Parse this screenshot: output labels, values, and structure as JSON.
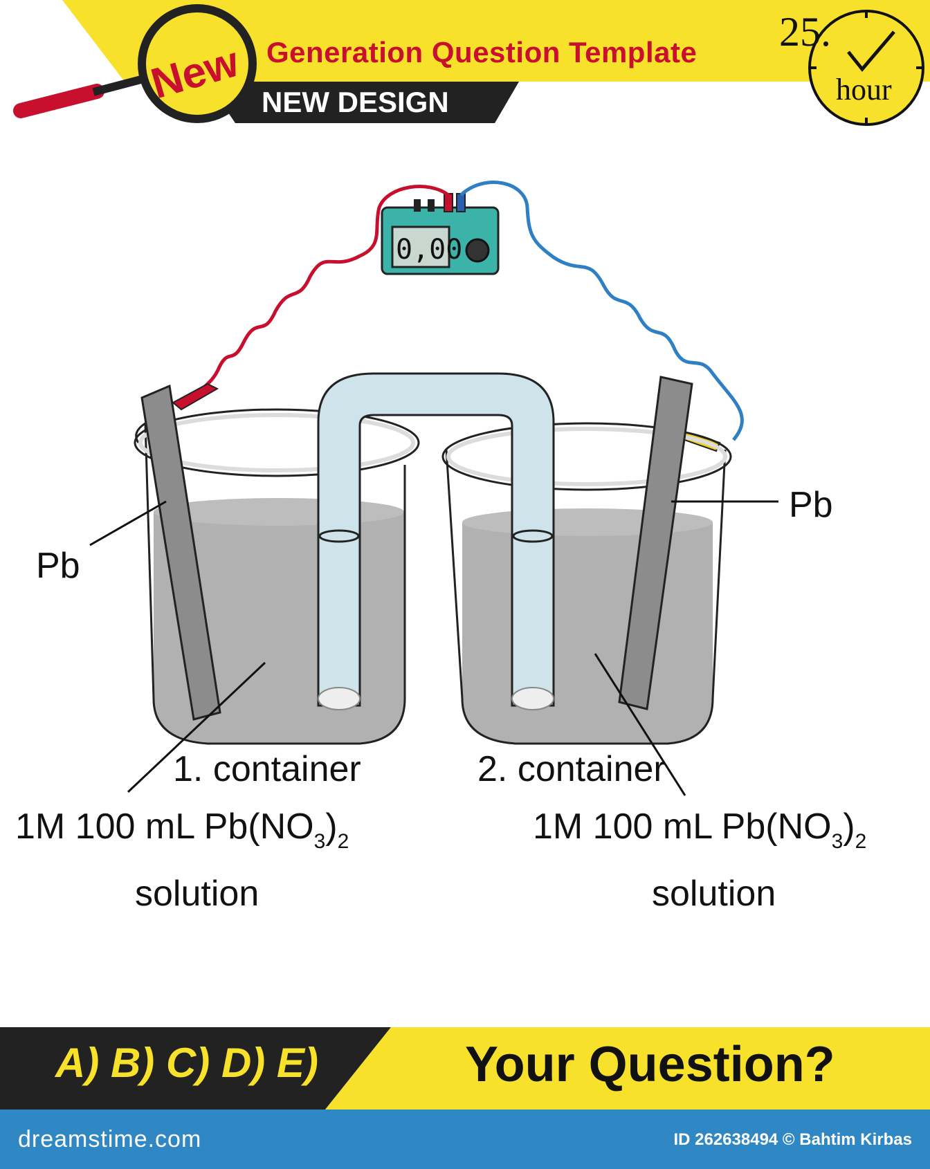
{
  "header": {
    "badge_word": "New",
    "title": "Generation Question Template",
    "subtitle": "NEW DESIGN",
    "hour_number": "25.",
    "hour_word": "hour"
  },
  "meter": {
    "display": "0,00"
  },
  "labels": {
    "left_electrode": "Pb",
    "right_electrode": "Pb",
    "container_1": "1. container",
    "container_2": "2. container",
    "solution_left_main": "1M 100 mL Pb(NO",
    "solution_left_sub1": "3",
    "solution_left_paren": ")",
    "solution_left_sub2": "2",
    "solution_left_word": "solution",
    "solution_right_main": "1M 100 mL Pb(NO",
    "solution_right_sub1": "3",
    "solution_right_paren": ")",
    "solution_right_sub2": "2",
    "solution_right_word": "solution"
  },
  "bottom": {
    "answers": "A) B) C) D) E)",
    "question": "Your Question?"
  },
  "footer": {
    "brand": "dreamstime.com",
    "credit": "ID 262638494 © Bahtim Kirbas"
  },
  "colors": {
    "yellow": "#f7e12b",
    "red": "#c8102e",
    "dark": "#222222",
    "footer_blue": "#2f87c4",
    "liquid": "#9a9a9a",
    "bridge": "#cfe3ea"
  }
}
